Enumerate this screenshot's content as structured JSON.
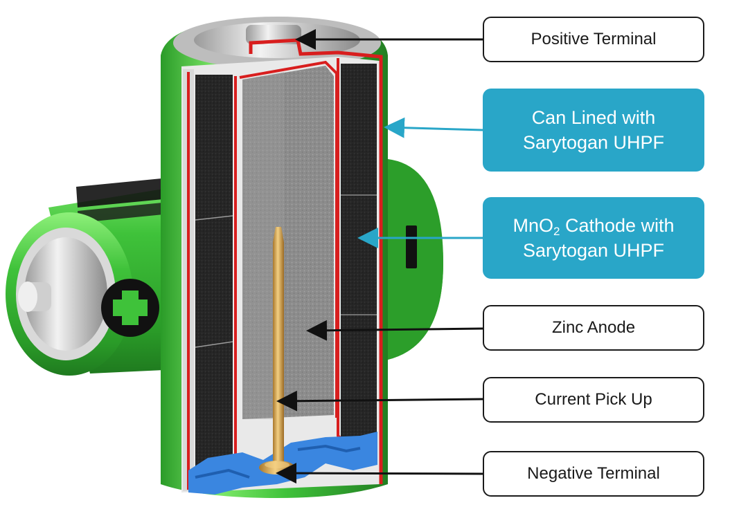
{
  "diagram": {
    "labels": {
      "positive_terminal": "Positive Terminal",
      "can_lined_line1": "Can Lined with",
      "can_lined_line2": "Sarytogan UHPF",
      "cathode_prefix": "MnO",
      "cathode_subscript": "2",
      "cathode_suffix": " Cathode with",
      "cathode_line2": "Sarytogan UHPF",
      "zinc_anode": "Zinc Anode",
      "current_pickup": "Current Pick Up",
      "negative_terminal": "Negative Terminal"
    },
    "colors": {
      "battery_green": "#3fc23a",
      "accent_label": "#29a6c8",
      "liner_red": "#d81e1e",
      "seal_blue": "#3a86e0",
      "collector_brass": "#d9a74a",
      "anode_gray": "#8e8e8e",
      "cathode_black": "#242424"
    }
  }
}
